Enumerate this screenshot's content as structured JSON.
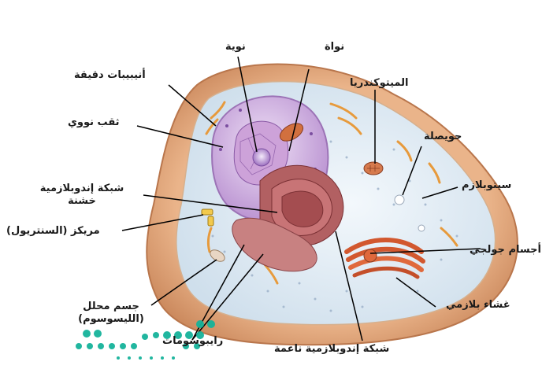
{
  "labels": {
    "nucleolus": "نوية",
    "nucleus": "نواة",
    "microtubules": "أنيبيبات دقيقة",
    "mitochondria": "الميتوكندريا",
    "nuclear_pore": "ثقب نووي",
    "vesicle": "حويصلة",
    "rough_er_line1": "شبكة إندوبلازمية",
    "rough_er_line2": "خشنة",
    "cytoplasm": "سيتوبلازم",
    "centriole": "مريكز (السنتريول)",
    "golgi": "أجسام جولجي",
    "lysosome_line1": "جسم محلل",
    "lysosome_line2": "(الليسوسوم)",
    "plasma_membrane": "غشاء بلازمي",
    "ribosomes": "رايبوسومات",
    "smooth_er": "شبكة إندوبلازمية ناعمة"
  },
  "colors": {
    "membrane": "#e0a77a",
    "cytoplasm": "#e4eef6",
    "nucleus": "#c9a9d9",
    "nucleolus": "#b68fd3",
    "er": "#a9585a",
    "golgi": "#d2582f",
    "mitochondria": "#cf6d45",
    "watermark": "#16b39a"
  }
}
